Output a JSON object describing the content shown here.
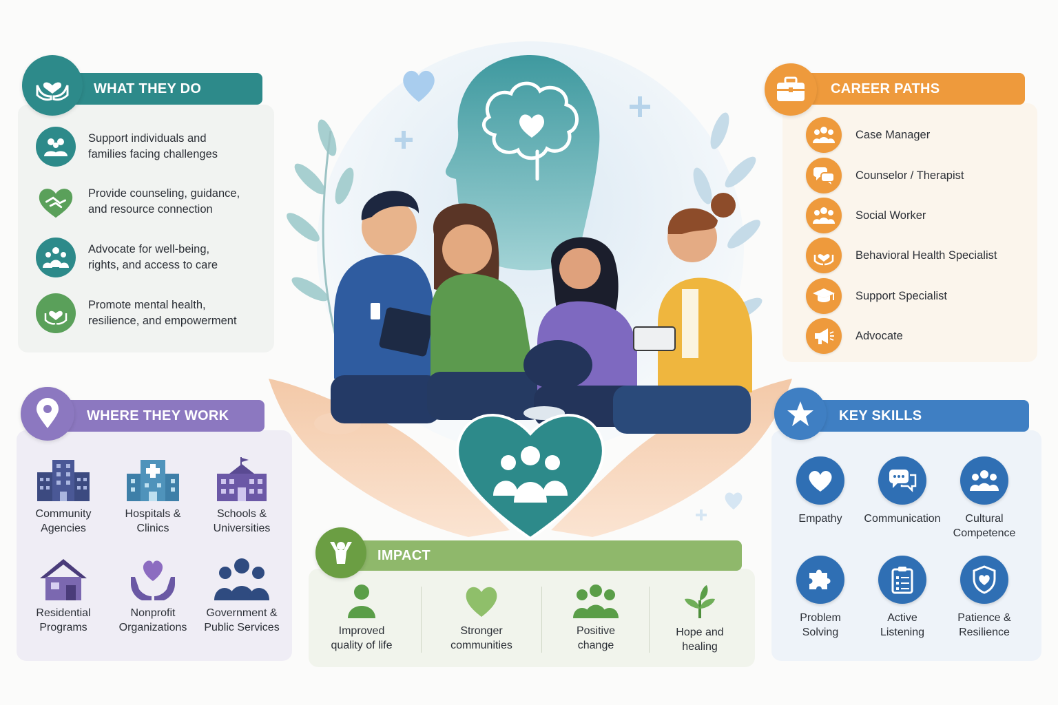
{
  "what_they_do": {
    "title": "WHAT THEY DO",
    "items": [
      {
        "text": "Support individuals and\nfamilies facing challenges",
        "icon": "family-icon",
        "color": "#2d8a8a"
      },
      {
        "text": "Provide counseling, guidance,\nand resource connection",
        "icon": "handshake-heart-icon",
        "color": "#5aa05a"
      },
      {
        "text": "Advocate for well-being,\nrights, and access to care",
        "icon": "group-icon",
        "color": "#2d8a8a"
      },
      {
        "text": "Promote mental health,\nresilience, and empowerment",
        "icon": "hands-heart-icon",
        "color": "#5aa05a"
      }
    ]
  },
  "where_they_work": {
    "title": "WHERE THEY WORK",
    "places": [
      {
        "label": "Community\nAgencies",
        "icon": "office-building-icon"
      },
      {
        "label": "Hospitals &\nClinics",
        "icon": "hospital-icon"
      },
      {
        "label": "Schools &\nUniversities",
        "icon": "school-icon"
      },
      {
        "label": "Residential\nPrograms",
        "icon": "house-icon"
      },
      {
        "label": "Nonprofit\nOrganizations",
        "icon": "hands-heart-icon"
      },
      {
        "label": "Government &\nPublic Services",
        "icon": "people-group-icon"
      }
    ]
  },
  "career_paths": {
    "title": "CAREER PATHS",
    "items": [
      {
        "label": "Case Manager",
        "icon": "people-icon"
      },
      {
        "label": "Counselor / Therapist",
        "icon": "chat-bubbles-icon"
      },
      {
        "label": "Social Worker",
        "icon": "people-icon"
      },
      {
        "label": "Behavioral Health Specialist",
        "icon": "hands-heart-icon"
      },
      {
        "label": "Support Specialist",
        "icon": "graduation-cap-icon"
      },
      {
        "label": "Advocate",
        "icon": "megaphone-icon"
      }
    ]
  },
  "key_skills": {
    "title": "KEY SKILLS",
    "skills": [
      {
        "label": "Empathy",
        "icon": "heart-icon"
      },
      {
        "label": "Communication",
        "icon": "chat-bubbles-icon"
      },
      {
        "label": "Cultural\nCompetence",
        "icon": "people-icon"
      },
      {
        "label": "Problem\nSolving",
        "icon": "puzzle-icon"
      },
      {
        "label": "Active\nListening",
        "icon": "clipboard-icon"
      },
      {
        "label": "Patience &\nResilience",
        "icon": "shield-heart-icon"
      }
    ]
  },
  "impact": {
    "title": "IMPACT",
    "items": [
      {
        "label": "Improved\nquality of life",
        "icon": "person-icon"
      },
      {
        "label": "Stronger\ncommunities",
        "icon": "heart-icon"
      },
      {
        "label": "Positive\nchange",
        "icon": "people-group-icon"
      },
      {
        "label": "Hope and\nhealing",
        "icon": "sprout-icon"
      }
    ]
  },
  "colors": {
    "teal": "#2d8a8a",
    "green": "#8fb86b",
    "purple": "#8c78c0",
    "orange": "#ee9a3c",
    "blue": "#3f7fc3"
  }
}
